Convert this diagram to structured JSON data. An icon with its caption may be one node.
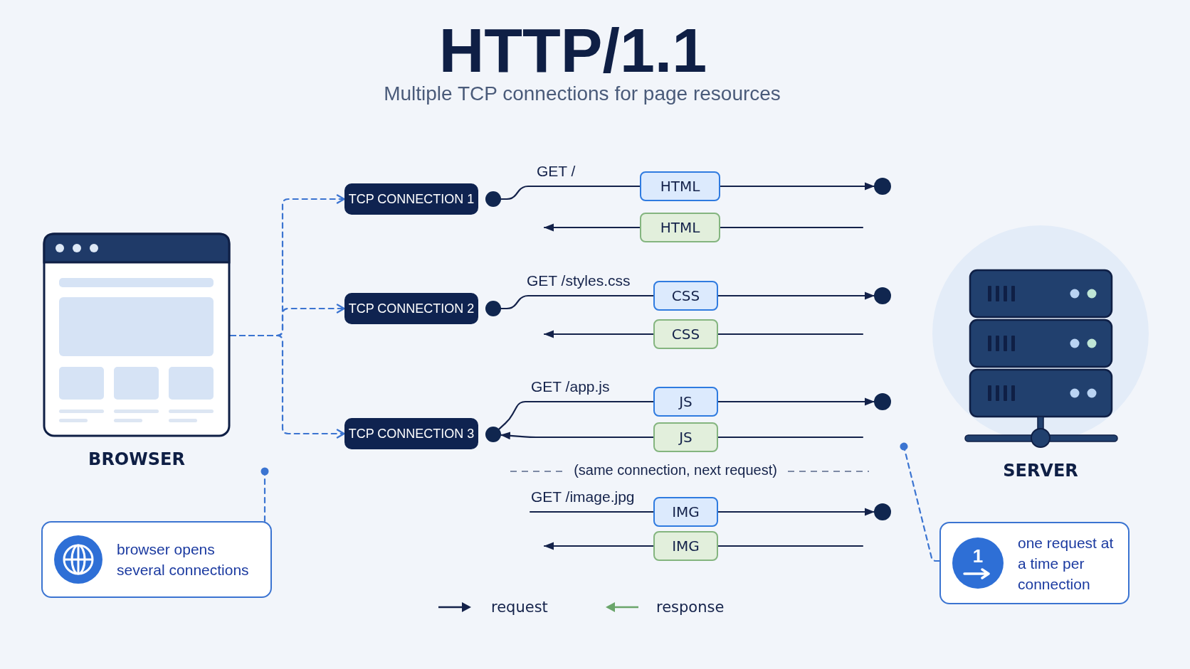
{
  "diagram": {
    "title": "HTTP/1.1",
    "nodes": [
      {
        "text": [
          "BROWSER"
        ]
      },
      {
        "text": [
          "TCP CONNECTION 1"
        ]
      },
      {
        "text": [
          "TCP CONNECTION 2"
        ]
      },
      {
        "text": [
          "TCP CONNECTION 3"
        ]
      },
      {
        "text": [],
        "shape": "circle"
      },
      {
        "text": [],
        "shape": "circle"
      },
      {
        "text": [],
        "shape": "circle"
      },
      {
        "text": [
          "HTML"
        ]
      },
      {
        "text": [
          "HTML"
        ]
      },
      {
        "text": [
          "CSS"
        ]
      },
      {
        "text": [
          "CSS"
        ]
      },
      {
        "text": [
          "JS"
        ]
      },
      {
        "text": [
          "JS"
        ]
      },
      {
        "text": [
          "IMG"
        ]
      },
      {
        "text": [
          "IMG"
        ]
      },
      {
        "text": [],
        "shape": "circle"
      },
      {
        "text": [],
        "shape": "circle"
      },
      {
        "text": [],
        "shape": "circle"
      },
      {
        "text": [],
        "shape": "circle"
      },
      {
        "text": [
          "SERVER"
        ]
      },
      {
        "text": [
          "browser opens several connections"
        ]
      },
      {
        "text": [
          "1",
          "one request at a time per connection"
        ]
      }
    ],
    "edges": [
      {
        "from": 0,
        "to": 1,
        "arrow": "to",
        "style": "dashed",
        "color": "#3b74d1"
      },
      {
        "from": 0,
        "to": 2,
        "arrow": "to",
        "style": "dashed",
        "color": "#3b74d1"
      },
      {
        "from": 0,
        "to": 3,
        "arrow": "to",
        "style": "dashed",
        "color": "#3b74d1"
      },
      {
        "from": 4,
        "to": 7,
        "arrow": "none",
        "label": "GET /"
      },
      {
        "from": 7,
        "to": 15,
        "arrow": "to"
      },
      {
        "from": null,
        "to": 8,
        "arrow": "none"
      },
      {
        "from": 8,
        "to": null,
        "arrow": "to"
      },
      {
        "from": 5,
        "to": 9,
        "arrow": "none",
        "label": "GET /styles.css"
      },
      {
        "from": 9,
        "to": 16,
        "arrow": "to"
      },
      {
        "from": null,
        "to": 10,
        "arrow": "none"
      },
      {
        "from": 10,
        "to": null,
        "arrow": "to"
      },
      {
        "from": 6,
        "to": 11,
        "arrow": "none",
        "label": "GET /app.js"
      },
      {
        "from": 11,
        "to": 17,
        "arrow": "to"
      },
      {
        "from": null,
        "to": 12,
        "arrow": "none"
      },
      {
        "from": 12,
        "to": 6,
        "arrow": "to"
      },
      {
        "from": null,
        "to": 13,
        "arrow": "none",
        "label": "GET /image.jpg"
      },
      {
        "from": 13,
        "to": 18,
        "arrow": "to"
      },
      {
        "from": null,
        "to": 14,
        "arrow": "none"
      },
      {
        "from": 14,
        "to": null,
        "arrow": "to"
      },
      {
        "from": 20,
        "to": null,
        "arrow": "other",
        "style": "dashed",
        "color": "#3b74d1"
      },
      {
        "from": 21,
        "to": null,
        "arrow": "other",
        "style": "dashed",
        "color": "#3b74d1"
      }
    ],
    "labels": [
      "Multiple TCP connections for page resources",
      "(same connection, next request)"
    ],
    "legend": [
      {
        "text": "request"
      },
      {
        "text": "response"
      }
    ]
  }
}
